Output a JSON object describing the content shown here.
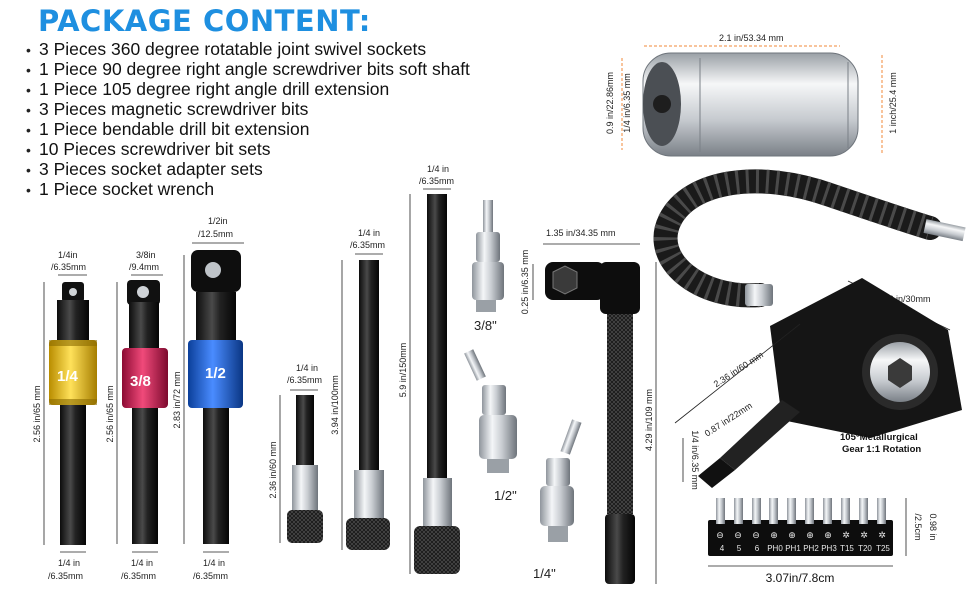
{
  "title": "PACKAGE CONTENT:",
  "contents": [
    "3 Pieces 360 degree rotatable joint swivel sockets",
    "1 Piece 90 degree right angle screwdriver bits soft shaft",
    "1 Piece 105 degree right angle drill extension",
    "3 Pieces magnetic screwdriver bits",
    "1 Piece bendable drill bit extension",
    "10 Pieces screwdriver bit sets",
    "3 Pieces socket adapter sets",
    "1 Piece socket wrench"
  ],
  "colors": {
    "title": "#1e8fe0",
    "yellow_collar": "#f2c200",
    "red_collar": "#d8124e",
    "blue_collar": "#1666d4",
    "dimension_line": "#222222"
  },
  "socket_adapters": [
    {
      "label": "1/4",
      "top_dim_1": "1/4in",
      "top_dim_2": "/6.35mm",
      "length": "2.56 in/65 mm",
      "bottom_dim_1": "1/4 in",
      "bottom_dim_2": "/6.35mm"
    },
    {
      "label": "3/8",
      "top_dim_1": "3/8in",
      "top_dim_2": "/9.4mm",
      "length": "2.56 in/65 mm",
      "bottom_dim_1": "1/4 in",
      "bottom_dim_2": "/6.35mm"
    },
    {
      "label": "1/2",
      "top_dim_1": "1/2in",
      "top_dim_2": "/12.5mm",
      "length": "2.83 in/72 mm",
      "bottom_dim_1": "1/4 in",
      "bottom_dim_2": "/6.35mm"
    }
  ],
  "magnetic_bits": [
    {
      "top_dim_1": "1/4 in",
      "top_dim_2": "/6.35mm",
      "length": "2.36 in/60 mm"
    },
    {
      "top_dim_1": "1/4 in",
      "top_dim_2": "/6.35mm",
      "length": "3.94 in/100mm"
    },
    {
      "top_dim_1": "1/4 in",
      "top_dim_2": "/6.35mm",
      "length": "5.9 in/150mm"
    }
  ],
  "swivel_sockets": [
    "3/8\"",
    "1/2\"",
    "1/4\""
  ],
  "socket_wrench": {
    "width": "1.35 in/34.35 mm",
    "head": "0.25 in/6.35 mm",
    "length": "4.29 in/109 mm"
  },
  "universal_socket": {
    "width": "2.1 in/53.34 mm",
    "inner_1": "0.9 in/22.86mm",
    "inner_2": "1/4 in/6.35 mm",
    "outer": "1 inch/25.4 mm"
  },
  "right_angle_drill": {
    "width": "1.18 in/30mm",
    "length": "2.36 in/60 mm",
    "shank_len": "0.87 in/22mm",
    "shank": "1/4 in/6.35 mm",
    "note_1": "105°Metallurgical",
    "note_2": "Gear 1:1 Rotation"
  },
  "bit_set": {
    "labels": [
      "4",
      "5",
      "6",
      "PH0",
      "PH1",
      "PH2",
      "PH3",
      "T15",
      "T20",
      "T25"
    ],
    "width": "3.07in/7.8cm",
    "height_1": "0.98 in",
    "height_2": "/2.5cm"
  }
}
